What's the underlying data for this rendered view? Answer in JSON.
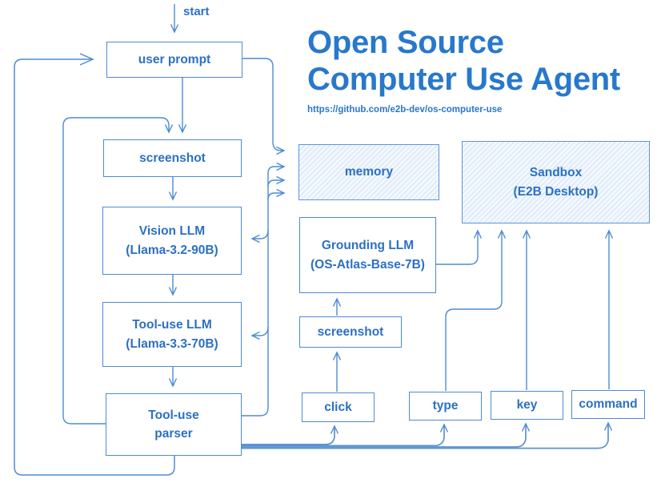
{
  "title": {
    "line1": "Open Source",
    "line2": "Computer Use Agent",
    "url": "https://github.com/e2b-dev/os-computer-use"
  },
  "labels": {
    "start": "start"
  },
  "nodes": {
    "user_prompt": {
      "label": "user prompt"
    },
    "screenshot_left": {
      "label": "screenshot"
    },
    "vision_llm": {
      "line1": "Vision LLM",
      "line2": "(Llama-3.2-90B)"
    },
    "tool_use_llm": {
      "line1": "Tool-use LLM",
      "line2": "(Llama-3.3-70B)"
    },
    "tool_use_parser": {
      "line1": "Tool-use",
      "line2": "parser"
    },
    "memory": {
      "label": "memory"
    },
    "grounding_llm": {
      "line1": "Grounding LLM",
      "line2": "(OS-Atlas-Base-7B)"
    },
    "screenshot_mid": {
      "label": "screenshot"
    },
    "click": {
      "label": "click"
    },
    "type": {
      "label": "type"
    },
    "key": {
      "label": "key"
    },
    "command": {
      "label": "command"
    },
    "sandbox": {
      "line1": "Sandbox",
      "line2": "(E2B Desktop)"
    }
  },
  "colors": {
    "stroke": "#4d8bd3",
    "node_text": "#2c70c4",
    "title_text": "#2878cb",
    "hatch_line": "#d3e2f5",
    "hatch_bg": "#f2f8fe"
  }
}
